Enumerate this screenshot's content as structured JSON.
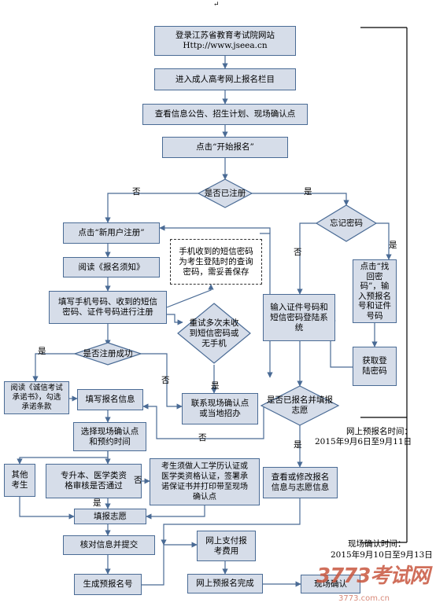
{
  "top_mark": "↵",
  "nodes": {
    "login": [
      "登录江苏省教育考试院网站",
      "Http://www.jseea.cn"
    ],
    "enter_column": [
      "进入成人高考网上报名栏目"
    ],
    "view_info": [
      "查看信息公告、招生计划、现场确认点"
    ],
    "click_start": [
      "点击“开始报名”"
    ],
    "registered_q": [
      "是否已注册"
    ],
    "forgot_pw_q": [
      "忘记密码"
    ],
    "new_user": [
      "点击“新用户注册”"
    ],
    "sms_note": [
      "手机收到的短信密码",
      "为考生登陆时的查询",
      "密码，需妥善保存"
    ],
    "read_notice": [
      "阅读《报名须知》"
    ],
    "fill_phone": [
      "填写手机号码、收到的短信",
      "密码、证件号码进行注册"
    ],
    "retry_q": [
      "重试多次未",
      "收到短信密码",
      "或无手机"
    ],
    "find_pw": [
      "点击“找",
      "回密",
      "码”，输",
      "入预报名",
      "号和证件",
      "号码"
    ],
    "input_id": [
      "输入证件号码和",
      "短信密码登陆系",
      "统"
    ],
    "reg_success_q": [
      "是否注册成功"
    ],
    "get_pw": [
      "获取登",
      "陆密码"
    ],
    "read_pledge": [
      "阅读《诚信考试",
      "承诺书》，勾选",
      "承诺条款"
    ],
    "fill_info": [
      "填写报名信息"
    ],
    "contact": [
      "联系现场确认点",
      "或当地招办"
    ],
    "done_q": [
      "是否已报名并",
      "填报志愿"
    ],
    "select_point": [
      "选择现场确认点",
      "和预约时间"
    ],
    "other": [
      "其他",
      "考生"
    ],
    "special_q": [
      "专升本、医学类资",
      "格审核是否通过"
    ],
    "manual_verify": [
      "考生须做人工学历认证或",
      "医学类资格认证，签署承",
      "诺保证书并打印带至现场",
      "确认点"
    ],
    "view_modify": [
      "查看或修改报名",
      "信息与志愿信息"
    ],
    "fill_wish": [
      "填报志愿"
    ],
    "verify_submit": [
      "核对信息并提交"
    ],
    "pay": [
      "网上支付报",
      "考费用"
    ],
    "gen_no": [
      "生成预报名号"
    ],
    "prereg_done": [
      "网上预报名完成"
    ],
    "onsite": [
      "现场确认"
    ]
  },
  "edge_labels": {
    "no": "否",
    "yes": "是"
  },
  "timeline": {
    "prereg_title": "网上预报名时间：",
    "prereg_range": "2015年9月6日至9月11日",
    "confirm_title": "现场确认时间：",
    "confirm_range": "2015年9月10日至9月13日"
  },
  "watermark": {
    "main": "3773考试网",
    "sub": "3773.com.cn"
  },
  "colors": {
    "box_fill": "#d6dde9",
    "box_border": "#4a6b95",
    "line": "#4a6b95",
    "watermark": "#c8563f"
  }
}
